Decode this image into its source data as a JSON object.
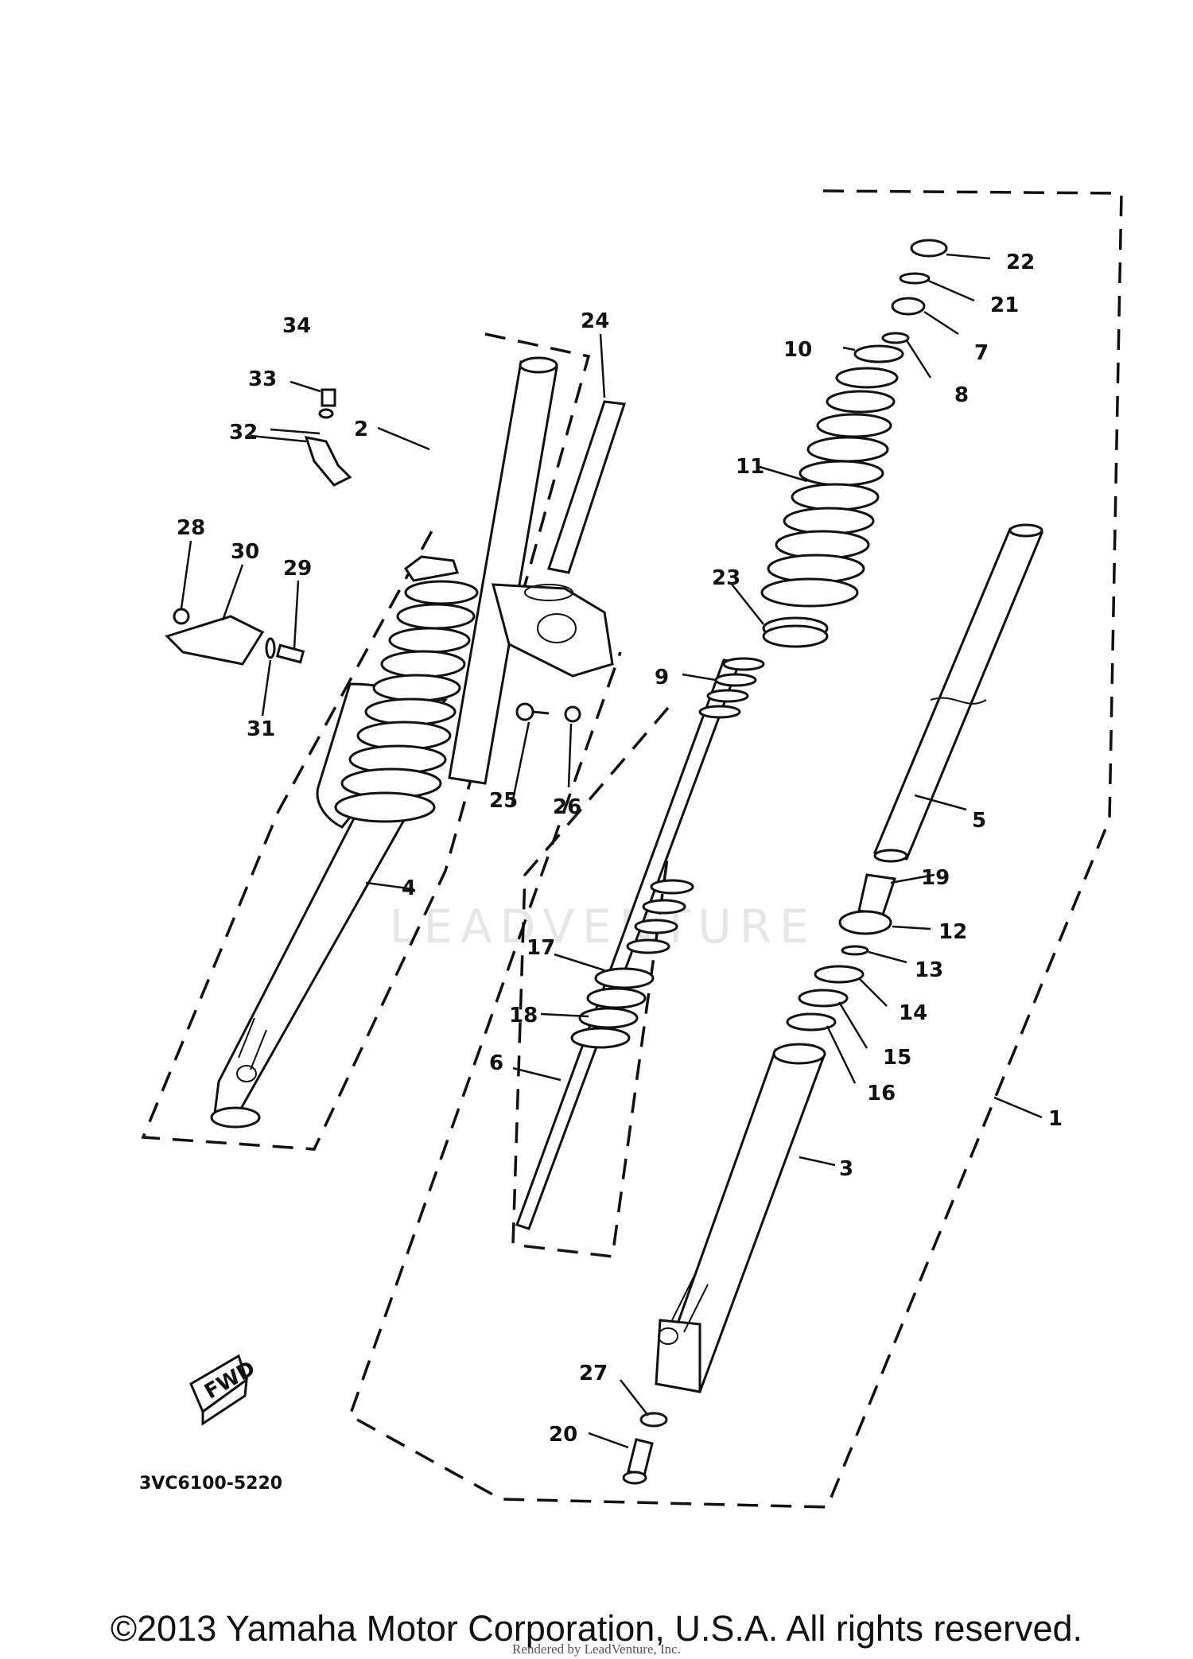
{
  "diagram": {
    "drawing_code": "3VC6100-5220",
    "watermark": "LEADVENTURE",
    "fwd_mark": "FWD",
    "callouts": [
      "1",
      "2",
      "3",
      "4",
      "5",
      "6",
      "7",
      "8",
      "9",
      "10",
      "11",
      "12",
      "13",
      "14",
      "15",
      "16",
      "17",
      "18",
      "19",
      "20",
      "21",
      "22",
      "23",
      "24",
      "25",
      "26",
      "27",
      "28",
      "29",
      "30",
      "31",
      "32",
      "33",
      "34"
    ]
  },
  "footer": {
    "copyright": "©2013 Yamaha Motor Corporation, U.S.A. All rights reserved.",
    "rendered_by": "Rendered by LeadVenture, Inc."
  }
}
